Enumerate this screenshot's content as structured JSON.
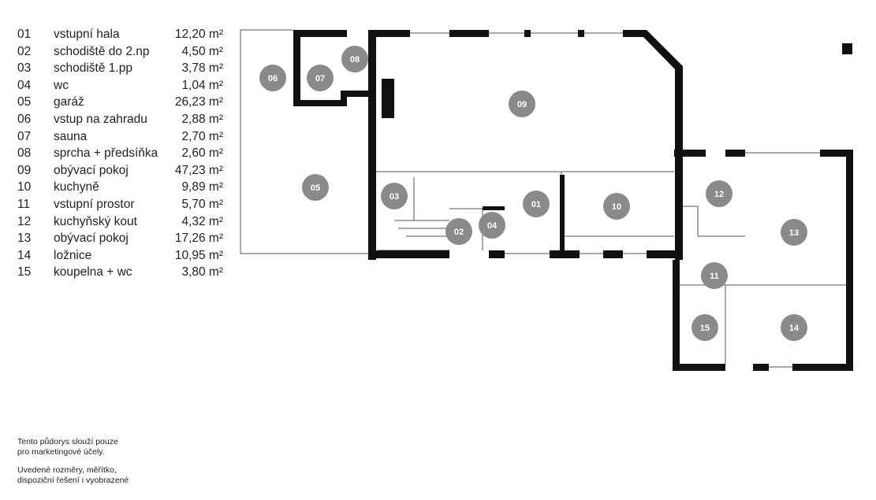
{
  "rooms": [
    {
      "num": "01",
      "name": "vstupní hala",
      "area": "12,20 m²"
    },
    {
      "num": "02",
      "name": "schodiště do 2.np",
      "area": "4,50 m²"
    },
    {
      "num": "03",
      "name": "schodiště 1.pp",
      "area": "3,78 m²"
    },
    {
      "num": "04",
      "name": "wc",
      "area": "1,04 m²"
    },
    {
      "num": "05",
      "name": "garáž",
      "area": "26,23 m²"
    },
    {
      "num": "06",
      "name": "vstup na zahradu",
      "area": "2,88 m²"
    },
    {
      "num": "07",
      "name": "sauna",
      "area": "2,70 m²"
    },
    {
      "num": "08",
      "name": "sprcha + předsíňka",
      "area": "2,60 m²"
    },
    {
      "num": "09",
      "name": "obývací pokoj",
      "area": "47,23 m²"
    },
    {
      "num": "10",
      "name": "kuchyně",
      "area": "9,89 m²"
    },
    {
      "num": "11",
      "name": "vstupní prostor",
      "area": "5,70 m²"
    },
    {
      "num": "12",
      "name": "kuchyňský kout",
      "area": "4,32 m²"
    },
    {
      "num": "13",
      "name": "obývací pokoj",
      "area": "17,26 m²"
    },
    {
      "num": "14",
      "name": "ložnice",
      "area": "10,95 m²"
    },
    {
      "num": "15",
      "name": "koupelna + wc",
      "area": "3,80 m²"
    }
  ],
  "note": {
    "p1_l1": "Tento půdorys slouží pouze",
    "p1_l2": "pro marketingové účely.",
    "p2_l1": "Uvedené rozměry, měřítko,",
    "p2_l2": "dispoziční řešení i vyobrazené"
  },
  "colors": {
    "wall": "#111111",
    "marker": "#8a8a8a"
  }
}
